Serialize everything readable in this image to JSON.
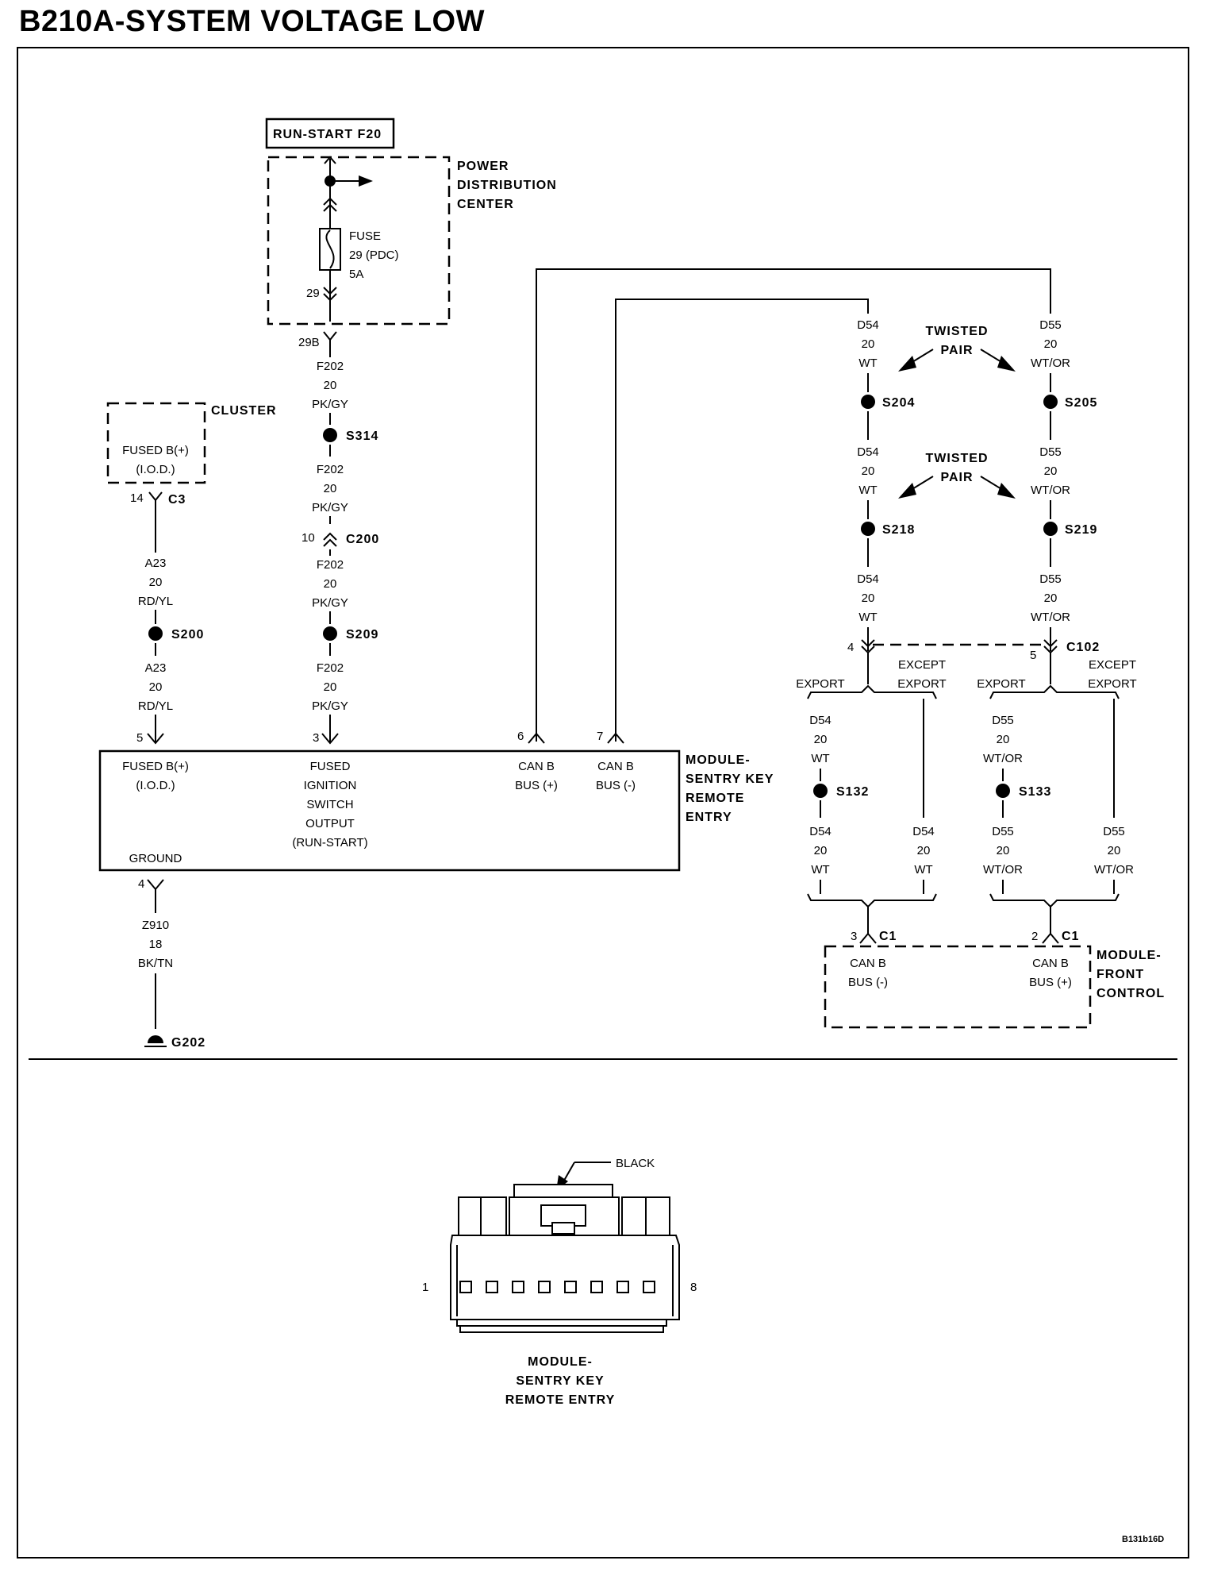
{
  "title": "B210A-SYSTEM VOLTAGE LOW",
  "footer_code": "B131b16D",
  "pdc": {
    "fuse_header": "RUN-START F20",
    "name": [
      "POWER",
      "DISTRIBUTION",
      "CENTER"
    ],
    "fuse": [
      "FUSE",
      "29 (PDC)",
      "5A"
    ],
    "pin_inside": "29",
    "pin_out": "29B"
  },
  "cluster": {
    "name": "CLUSTER",
    "label": [
      "FUSED B(+)",
      "(I.O.D.)"
    ],
    "pin": "14",
    "connector": "C3"
  },
  "wires": {
    "f202_a": [
      "F202",
      "20",
      "PK/GY"
    ],
    "f202_b": [
      "F202",
      "20",
      "PK/GY"
    ],
    "f202_c": [
      "F202",
      "20",
      "PK/GY"
    ],
    "f202_d": [
      "F202",
      "20",
      "PK/GY"
    ],
    "a23_a": [
      "A23",
      "20",
      "RD/YL"
    ],
    "a23_b": [
      "A23",
      "20",
      "RD/YL"
    ],
    "z910": [
      "Z910",
      "18",
      "BK/TN"
    ],
    "d54_a": [
      "D54",
      "20",
      "WT"
    ],
    "d54_b": [
      "D54",
      "20",
      "WT"
    ],
    "d54_c": [
      "D54",
      "20",
      "WT"
    ],
    "d54_d": [
      "D54",
      "20",
      "WT"
    ],
    "d54_e": [
      "D54",
      "20",
      "WT"
    ],
    "d54_f": [
      "D54",
      "20",
      "WT"
    ],
    "d55_a": [
      "D55",
      "20",
      "WT/OR"
    ],
    "d55_b": [
      "D55",
      "20",
      "WT/OR"
    ],
    "d55_c": [
      "D55",
      "20",
      "WT/OR"
    ],
    "d55_d": [
      "D55",
      "20",
      "WT/OR"
    ],
    "d55_e": [
      "D55",
      "20",
      "WT/OR"
    ],
    "d55_f": [
      "D55",
      "20",
      "WT/OR"
    ]
  },
  "splices": {
    "s314": "S314",
    "s209": "S209",
    "s200": "S200",
    "s204": "S204",
    "s205": "S205",
    "s218": "S218",
    "s219": "S219",
    "s132": "S132",
    "s133": "S133"
  },
  "connectors": {
    "c200": {
      "name": "C200",
      "pin": "10"
    },
    "c102": {
      "name": "C102",
      "pin_a": "4",
      "pin_b": "5"
    },
    "c1_a": {
      "name": "C1",
      "pin": "3"
    },
    "c1_b": {
      "name": "C1",
      "pin": "2"
    }
  },
  "ground": "G202",
  "twisted_pair": [
    "TWISTED",
    "PAIR"
  ],
  "export_labels": {
    "export": "EXPORT",
    "except": [
      "EXCEPT",
      "EXPORT"
    ]
  },
  "skrem": {
    "name": [
      "MODULE-",
      "SENTRY KEY",
      "REMOTE",
      "ENTRY"
    ],
    "pin_fused_b": "5",
    "fused_b": [
      "FUSED B(+)",
      "(I.O.D.)"
    ],
    "pin_ignition": "3",
    "ignition": [
      "FUSED",
      "IGNITION",
      "SWITCH",
      "OUTPUT",
      "(RUN-START)"
    ],
    "pin_canp": "6",
    "canp": [
      "CAN B",
      "BUS (+)"
    ],
    "pin_cann": "7",
    "cann": [
      "CAN B",
      "BUS (-)"
    ],
    "ground_label": "GROUND",
    "pin_ground": "4"
  },
  "fcm": {
    "name": [
      "MODULE-",
      "FRONT",
      "CONTROL"
    ],
    "cann": [
      "CAN B",
      "BUS (-)"
    ],
    "canp": [
      "CAN B",
      "BUS (+)"
    ]
  },
  "connector_view": {
    "color_label": "BLACK",
    "pin_first": "1",
    "pin_last": "8",
    "caption": [
      "MODULE-",
      "SENTRY KEY",
      "REMOTE ENTRY"
    ]
  }
}
